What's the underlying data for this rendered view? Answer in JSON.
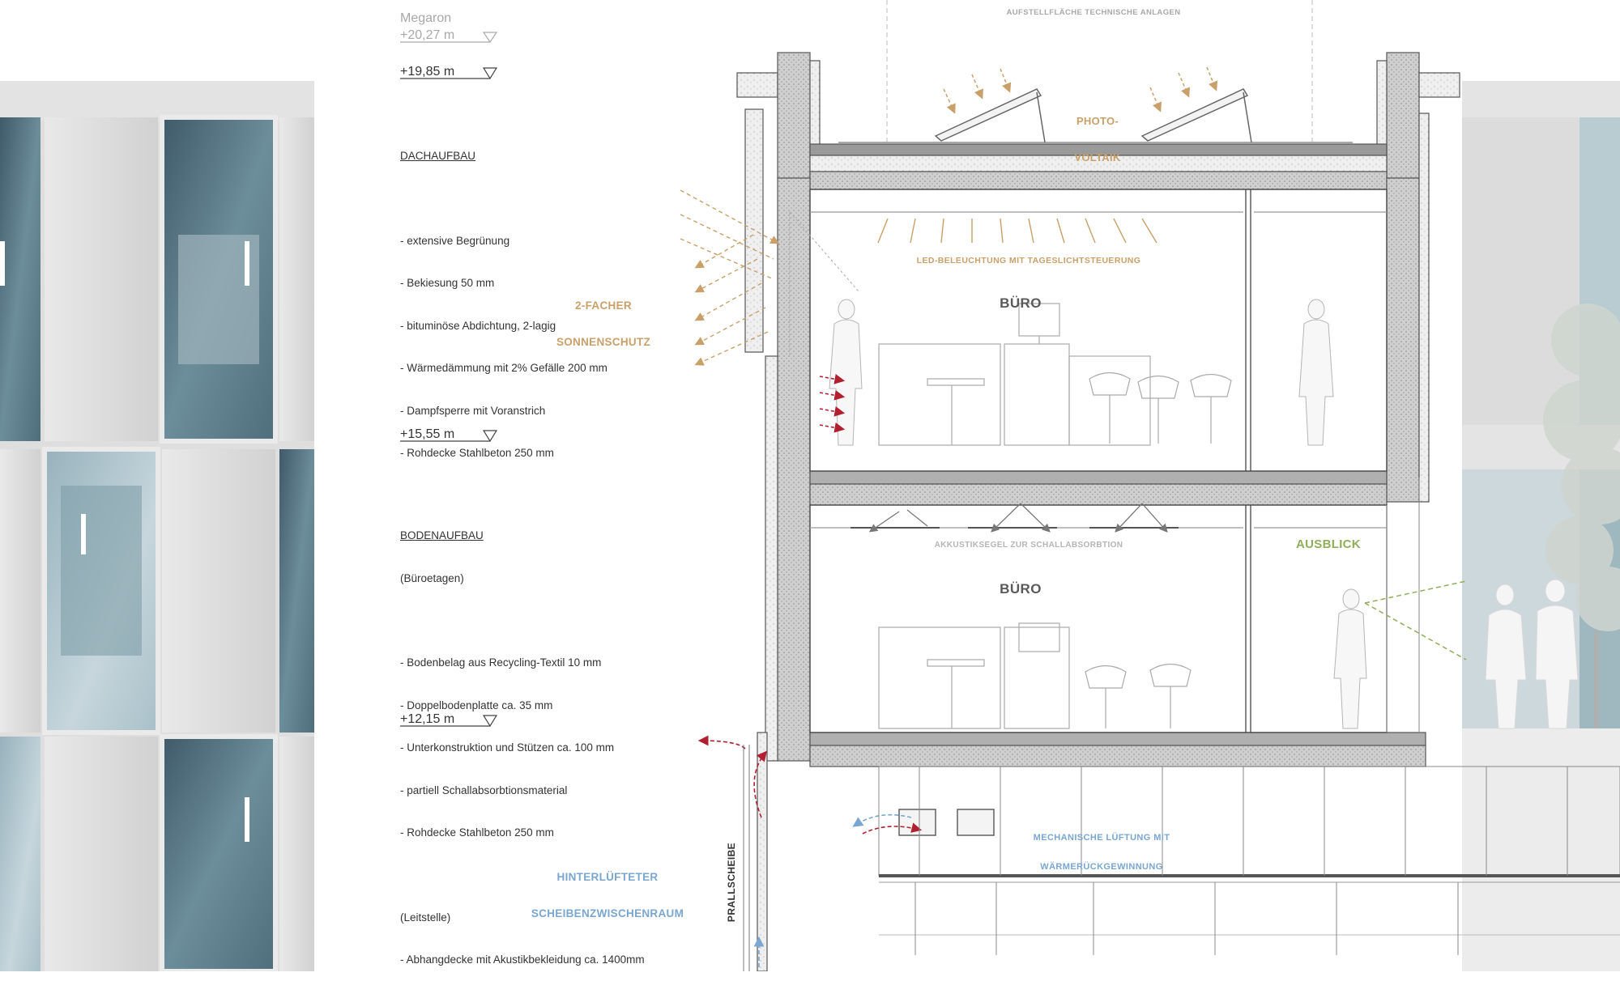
{
  "levels": [
    {
      "id": "megaron-name",
      "text": "Megaron",
      "faint": true
    },
    {
      "id": "megaron",
      "text": "+20,27 m",
      "faint": true
    },
    {
      "id": "roof",
      "text": "+19,85 m",
      "faint": false
    },
    {
      "id": "upper-floor",
      "text": "+15,55 m",
      "faint": false
    },
    {
      "id": "lower-floor",
      "text": "+12,15 m",
      "faint": false
    }
  ],
  "roof_build_up": {
    "heading": "DACHAUFBAU",
    "items": [
      "- extensive Begrünung",
      "- Bekiesung 50 mm",
      "- bituminöse Abdichtung, 2-lagig",
      "- Wärmedämmung mit 2% Gefälle 200 mm",
      "- Dampfsperre mit Voranstrich",
      "- Rohdecke Stahlbeton 250 mm"
    ]
  },
  "floor_build_up": {
    "heading": "BODENAUFBAU",
    "subheading": "(Büroetagen)",
    "items": [
      "- Bodenbelag aus Recycling-Textil 10 mm",
      "- Doppelbodenplatte ca. 35 mm",
      "- Unterkonstruktion und Stützen ca. 100 mm",
      "- partiell Schallabsorbtionsmaterial",
      "- Rohdecke Stahlbeton 250 mm"
    ],
    "control_heading": "(Leitstelle)",
    "control_items": [
      "- Abhangdecke mit Akustikbekleidung ca. 1400mm"
    ]
  },
  "labels": {
    "technical_area": "AUFSTELLFLÄCHE TECHNISCHE ANLAGEN",
    "photovoltaic_1": "PHOTO-",
    "photovoltaic_2": "VOLTAIK",
    "led": "LED-BELEUCHTUNG MIT TAGESLICHTSTEUERUNG",
    "sun_protection_1": "2-FACHER",
    "sun_protection_2": "SONNENSCHUTZ",
    "office_upper": "BÜRO",
    "office_lower": "BÜRO",
    "acoustic": "AKKUSTIKSEGEL ZUR SCHALLABSORBTION",
    "view": "AUSBLICK",
    "ventilation_1": "MECHANISCHE LÜFTUNG MIT",
    "ventilation_2": "WÄRMERÜCKGEWINNUNG",
    "cavity_1": "HINTERLÜFTETER",
    "cavity_2": "SCHEIBENZWISCHENRAUM",
    "baffle": "PRALLSCHEIBE"
  },
  "colors": {
    "orange": "#c9a06a",
    "green": "#8fae5a",
    "blue": "#7aa6cf",
    "red": "#b02030",
    "glass_dark": "#5b7d8c",
    "glass_light": "#b9ccd2",
    "wall_gray": "#9a9a9a"
  }
}
